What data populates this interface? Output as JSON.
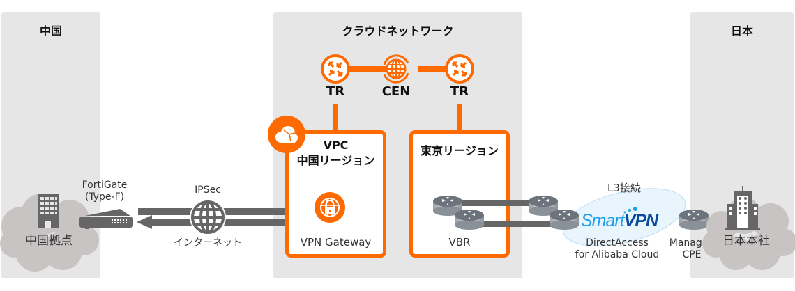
{
  "regions": {
    "china": {
      "title": "中国"
    },
    "cloud": {
      "title": "クラウドネットワーク"
    },
    "japan": {
      "title": "日本"
    }
  },
  "nodes": {
    "china_site": {
      "label": "中国拠点",
      "icon": "building-icon"
    },
    "fortigate": {
      "label_line1": "FortiGate",
      "label_line2": "(Type-F)",
      "icon": "firewall-appliance-icon"
    },
    "internet": {
      "top_label": "IPSec",
      "bottom_label": "インターネット",
      "icon": "globe-icon"
    },
    "tr_left": {
      "label": "TR",
      "icon": "transit-router-icon"
    },
    "cen": {
      "label": "CEN",
      "icon": "cen-globe-icon"
    },
    "tr_right": {
      "label": "TR",
      "icon": "transit-router-icon"
    },
    "vpc_china": {
      "line1": "VPC",
      "line2": "中国リージョン",
      "icon": "vpc-cloud-icon"
    },
    "vpn_gateway": {
      "label": "VPN Gateway",
      "icon": "vpn-gateway-icon"
    },
    "tokyo_region": {
      "label": "東京リージョン"
    },
    "vbr": {
      "label": "VBR",
      "icon": "router-icon"
    },
    "l3": {
      "label": "L3接続"
    },
    "smartvpn": {
      "logo_part1": "Smart",
      "logo_part2": "VPN",
      "line1": "DirectAccess",
      "line2": "for Alibaba Cloud"
    },
    "cpe": {
      "line1": "Managed",
      "line2": "CPE",
      "icon": "router-icon"
    },
    "japan_hq": {
      "label": "日本本社",
      "icon": "office-tower-icon"
    }
  },
  "colors": {
    "accent": "#ff6a00",
    "panel": "#e6e6e6",
    "link": "#666666",
    "cloud": "#c8c4c4",
    "smartvpn_light": "#1ea0e8",
    "smartvpn_dark": "#0a4a9e"
  }
}
